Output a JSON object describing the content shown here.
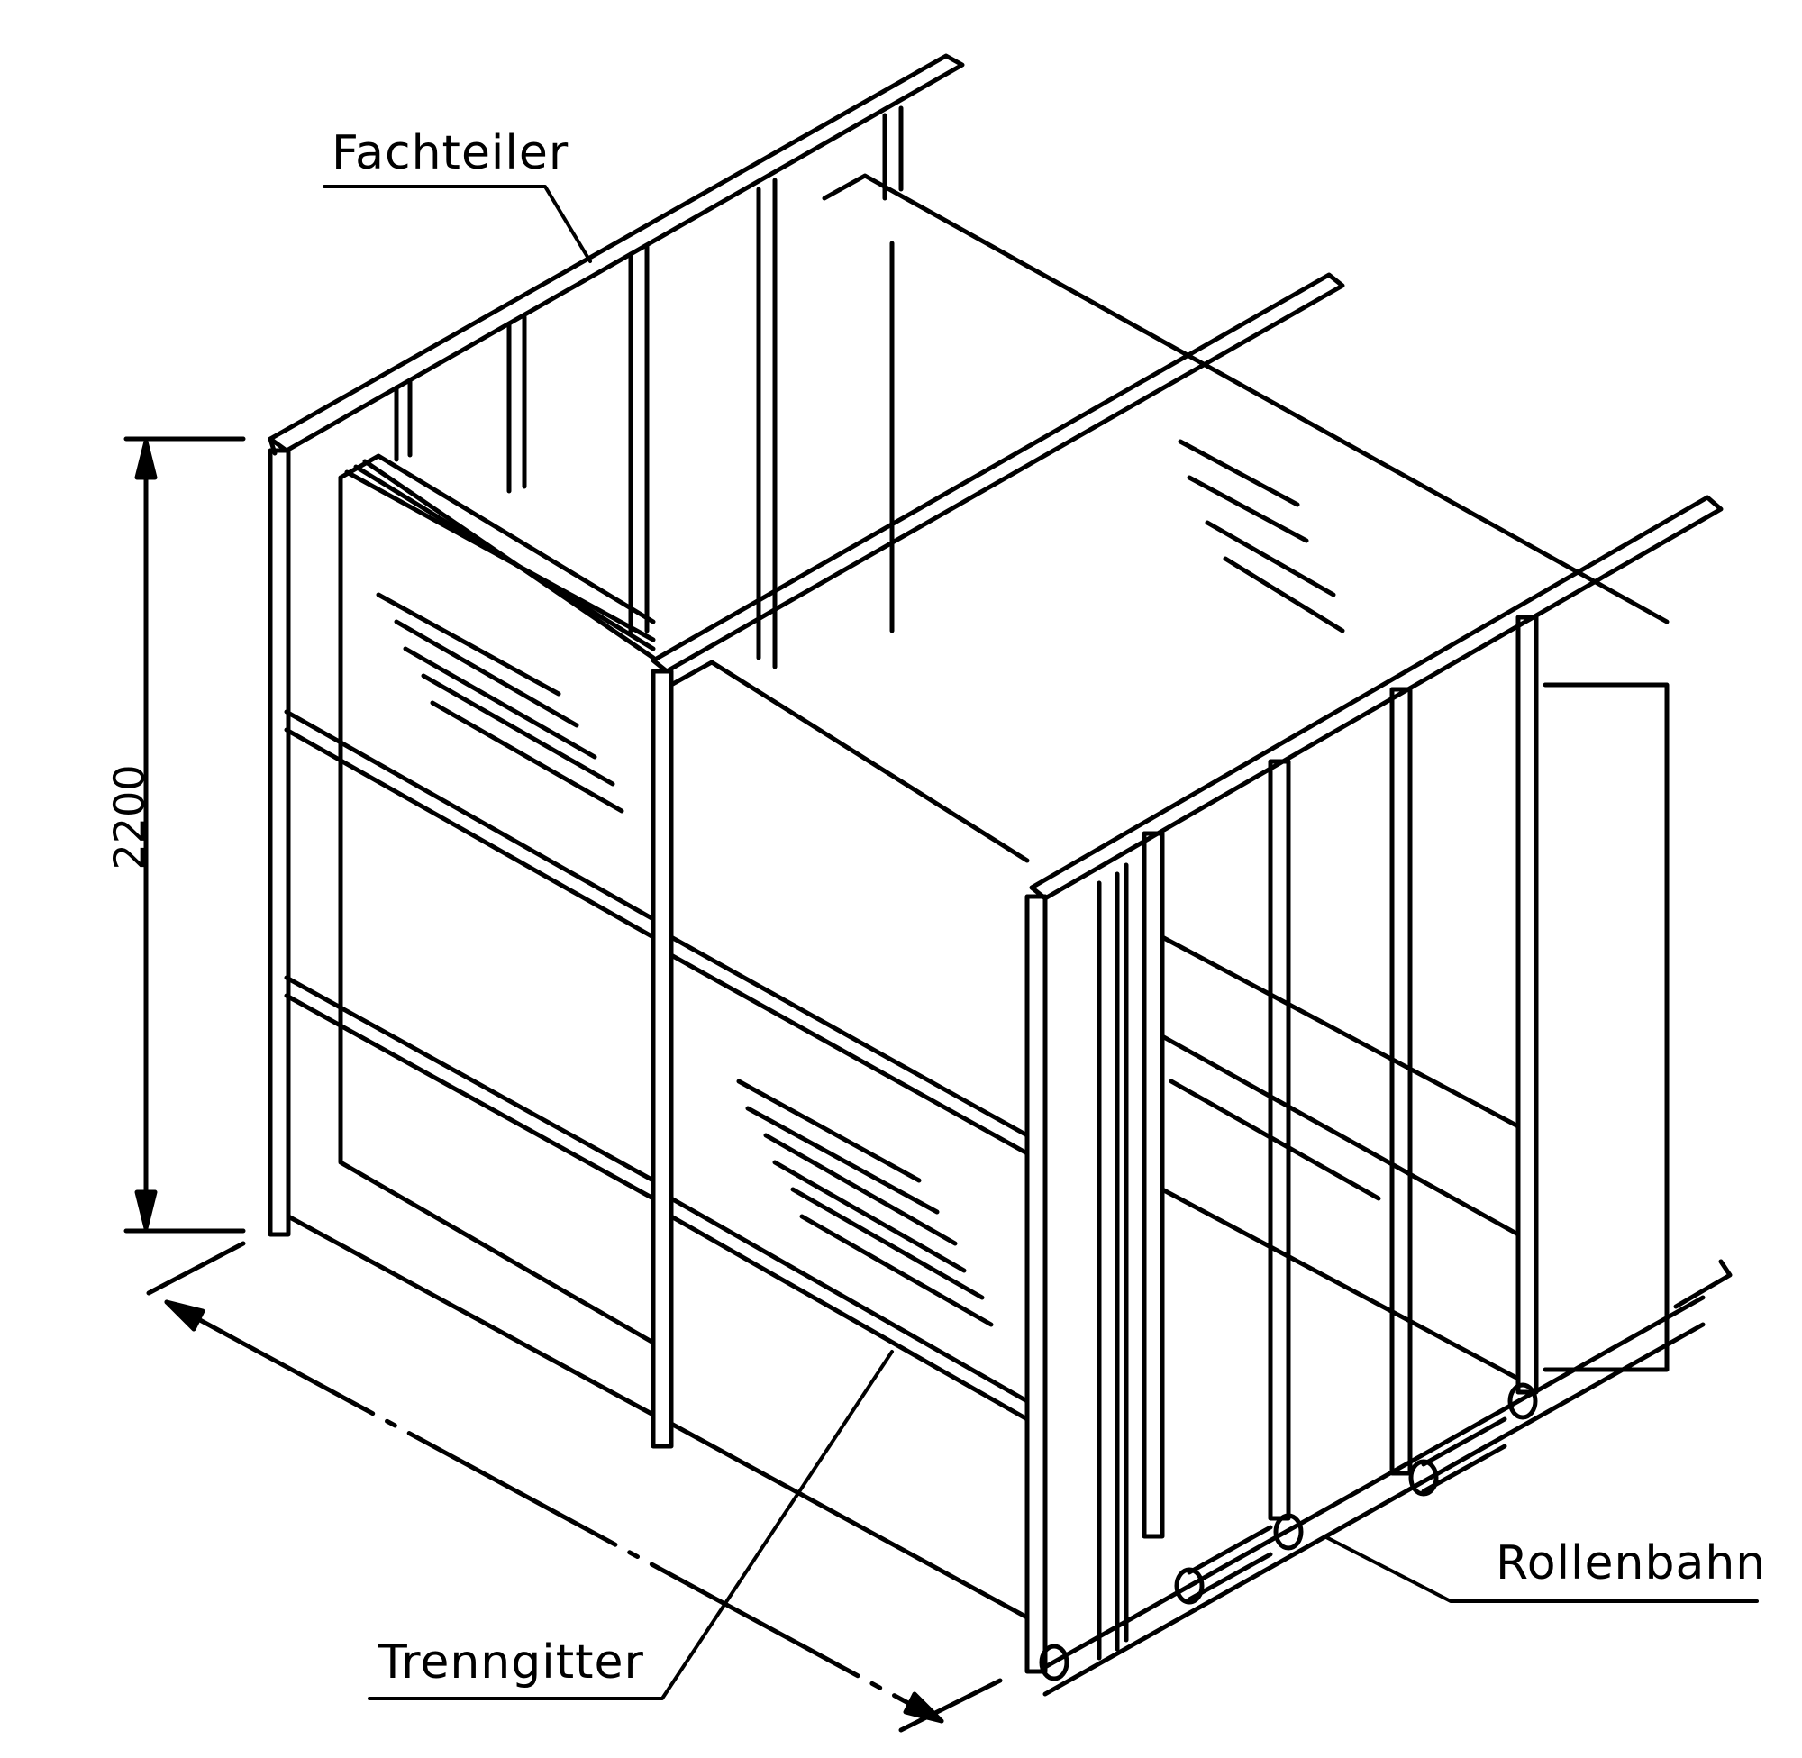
{
  "diagram": {
    "subject": "Mobile shelving (Trenngitter rack on roller track), isometric line drawing",
    "labels": {
      "fachteiler": "Fachteiler",
      "trenngitter": "Trenngitter",
      "rollenbahn": "Rollenbahn"
    },
    "dimensions": {
      "height": "2200"
    },
    "colors": {
      "line": "#000000",
      "background": "#ffffff"
    }
  }
}
